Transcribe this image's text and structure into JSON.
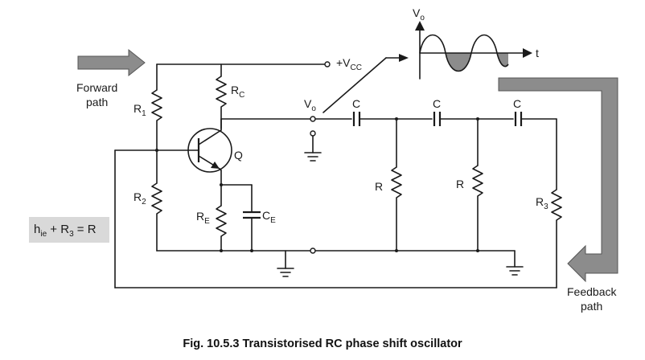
{
  "labels": {
    "forward_path_line1": "Forward",
    "forward_path_line2": "path",
    "feedback_path_line1": "Feedback",
    "feedback_path_line2": "path",
    "vcc_prefix": "+V",
    "vcc_sub": "CC",
    "vo_main": "V",
    "vo_sub": "o",
    "graph_y_main": "V",
    "graph_y_sub": "o",
    "graph_x": "t",
    "r1_main": "R",
    "r1_sub": "1",
    "r2_main": "R",
    "r2_sub": "2",
    "rc_main": "R",
    "rc_sub": "C",
    "re_main": "R",
    "re_sub": "E",
    "ce_main": "C",
    "ce_sub": "E",
    "q": "Q",
    "c1": "C",
    "c2": "C",
    "c3": "C",
    "r_a": "R",
    "r_b": "R",
    "r3_main": "R",
    "r3_sub": "3"
  },
  "formula": {
    "part1": "h",
    "part1_sub": "ie",
    "part2": " + R",
    "part2_sub": "3",
    "part3": " = R"
  },
  "caption": "Fig. 10.5.3 Transistorised RC phase shift oscillator",
  "colors": {
    "wire": "#1a1a1a",
    "arrow_fill": "#8c8c8c",
    "formula_bg": "#d9d9d9"
  }
}
